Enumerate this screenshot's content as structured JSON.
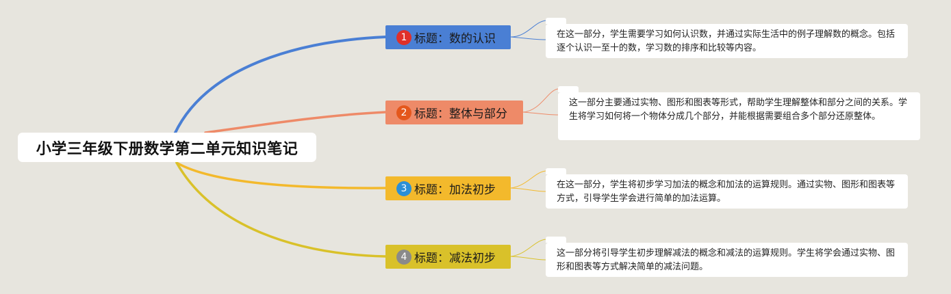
{
  "root": {
    "title": "小学三年级下册数学第二单元知识笔记"
  },
  "topics": [
    {
      "number": "1",
      "label": "标题：数的认识",
      "color": "#4a7fd4",
      "badge_color": "#e0302a",
      "note": "在这一部分，学生需要学习如何认识数，并通过实际生活中的例子理解数的概念。包括逐个认识一至十的数，学习数的排序和比较等内容。"
    },
    {
      "number": "2",
      "label": "标题：整体与部分",
      "color": "#ee8a68",
      "badge_color": "#e4571c",
      "note": "这一部分主要通过实物、图形和图表等形式，帮助学生理解整体和部分之间的关系。学生将学习如何将一个物体分成几个部分，并能根据需要组合多个部分还原整体。"
    },
    {
      "number": "3",
      "label": "标题：加法初步",
      "color": "#f3b92c",
      "badge_color": "#2b8fd6",
      "note": "在这一部分，学生将初步学习加法的概念和加法的运算规则。通过实物、图形和图表等方式，引导学生学会进行简单的加法运算。"
    },
    {
      "number": "4",
      "label": "标题：减法初步",
      "color": "#d9c12a",
      "badge_color": "#8a8a8a",
      "note": "这一部分将引导学生初步理解减法的概念和减法的运算规则。学生将学会通过实物、图形和图表等方式解决简单的减法问题。"
    }
  ]
}
